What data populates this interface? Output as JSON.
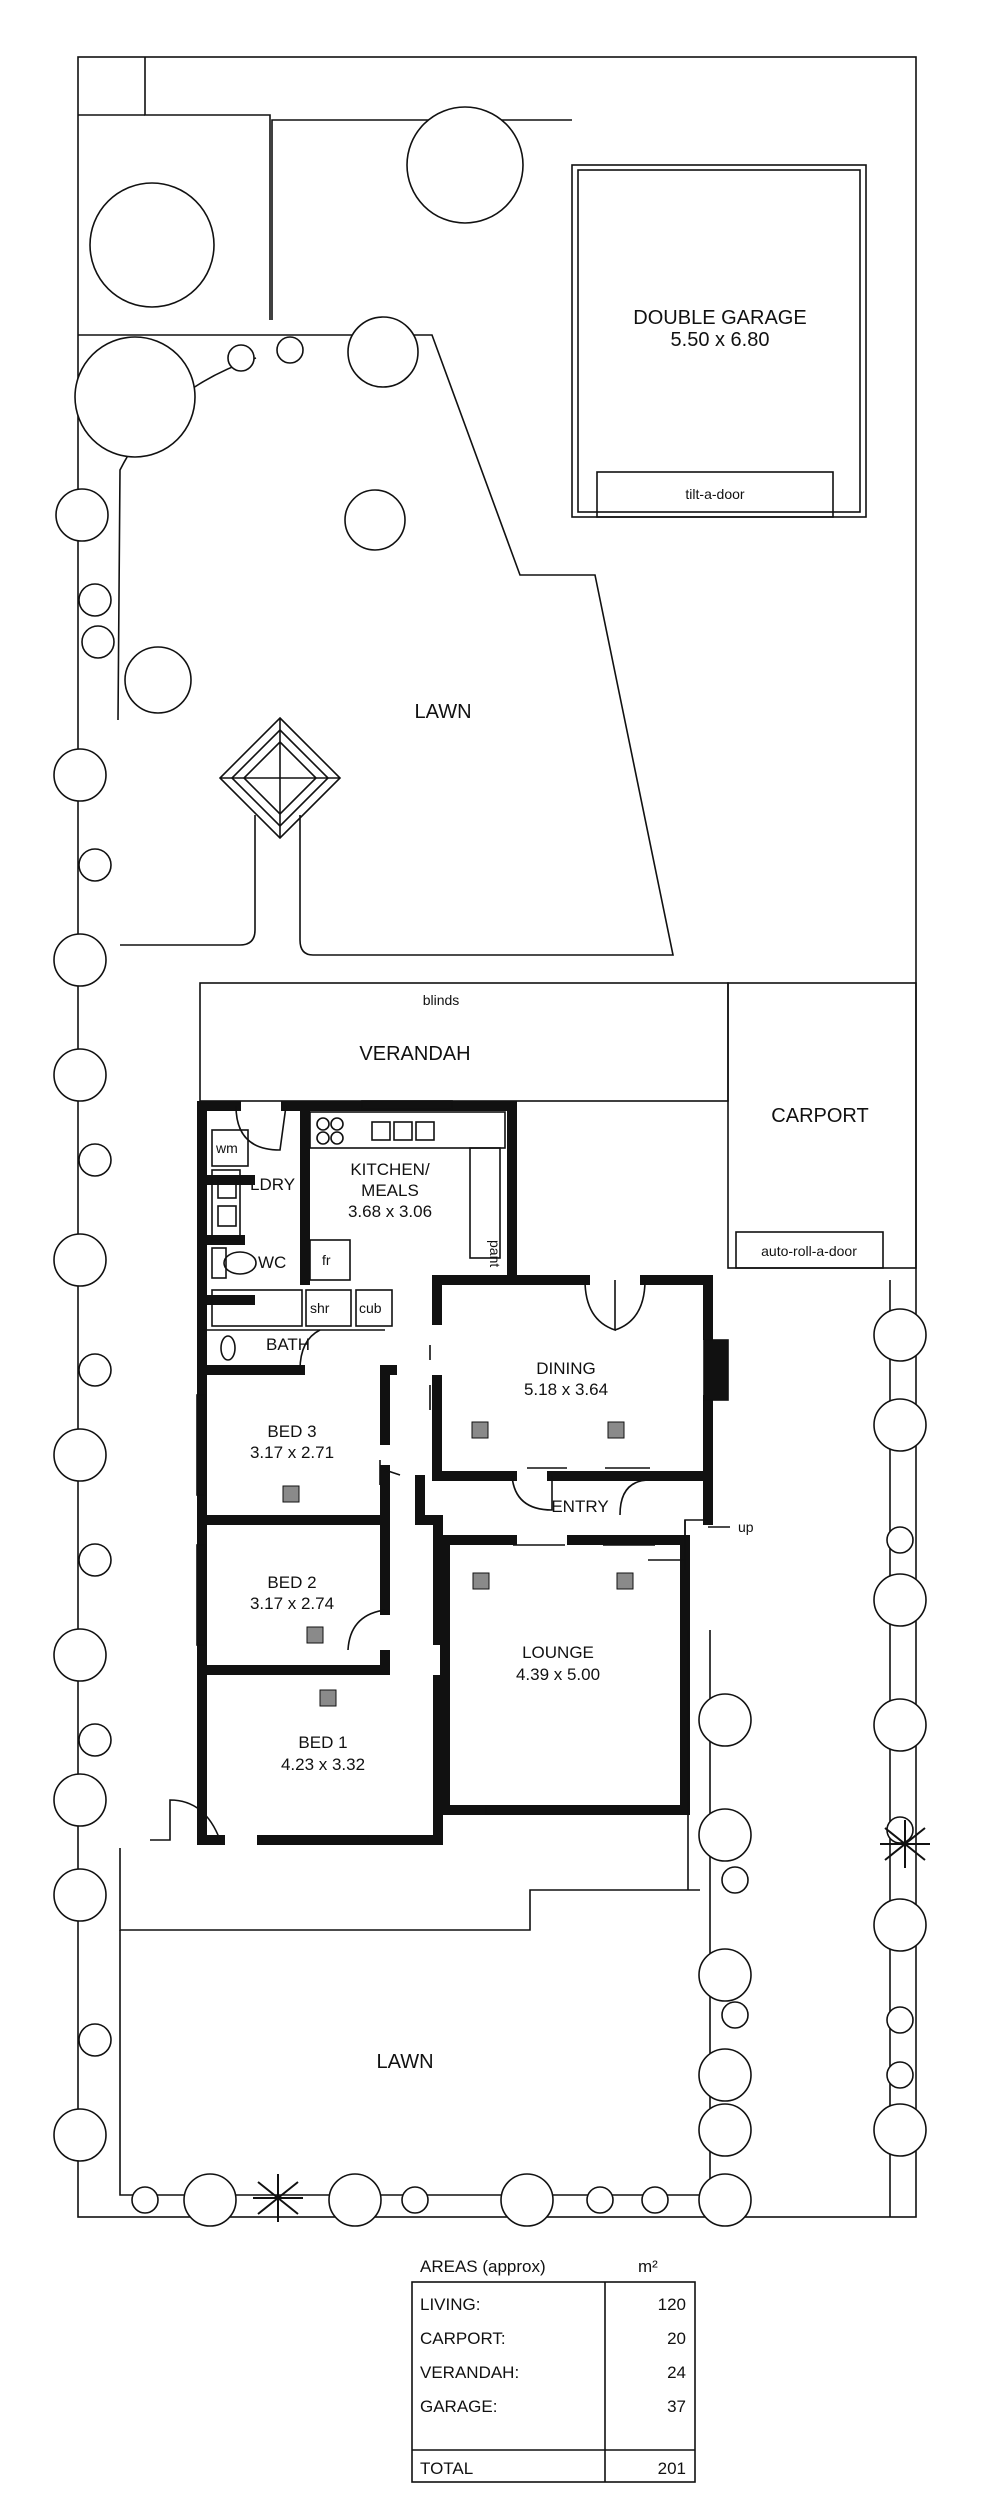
{
  "rooms": {
    "double_garage": {
      "name": "DOUBLE GARAGE",
      "dims": "5.50 x 6.80",
      "door": "tilt-a-door"
    },
    "lawn_rear": "LAWN",
    "blinds": "blinds",
    "verandah": "VERANDAH",
    "carport": "CARPORT",
    "carport_door": "auto-roll-a-door",
    "laundry": "LDRY",
    "wm": "wm",
    "wc": "WC",
    "fridge": "fr",
    "kitchen": {
      "name": "KITCHEN/",
      "name2": "MEALS",
      "dims": "3.68 x 3.06"
    },
    "pantry": "pant",
    "shower": "shr",
    "cupboard": "cub",
    "bath": "BATH",
    "dining": {
      "name": "DINING",
      "dims": "5.18 x 3.64"
    },
    "bed3": {
      "name": "BED 3",
      "dims": "3.17 x 2.71"
    },
    "entry": "ENTRY",
    "up": "up",
    "bed2": {
      "name": "BED 2",
      "dims": "3.17 x 2.74"
    },
    "lounge": {
      "name": "LOUNGE",
      "dims": "4.39 x 5.00"
    },
    "bed1": {
      "name": "BED 1",
      "dims": "4.23 x 3.32"
    },
    "lawn_front": "LAWN"
  },
  "areas": {
    "title": "AREAS (approx)",
    "unit": "m²",
    "rows": [
      {
        "label": "LIVING:",
        "value": "120"
      },
      {
        "label": "CARPORT:",
        "value": "20"
      },
      {
        "label": "VERANDAH:",
        "value": "24"
      },
      {
        "label": "GARAGE:",
        "value": "37"
      }
    ],
    "total_label": "TOTAL",
    "total_value": "201"
  }
}
